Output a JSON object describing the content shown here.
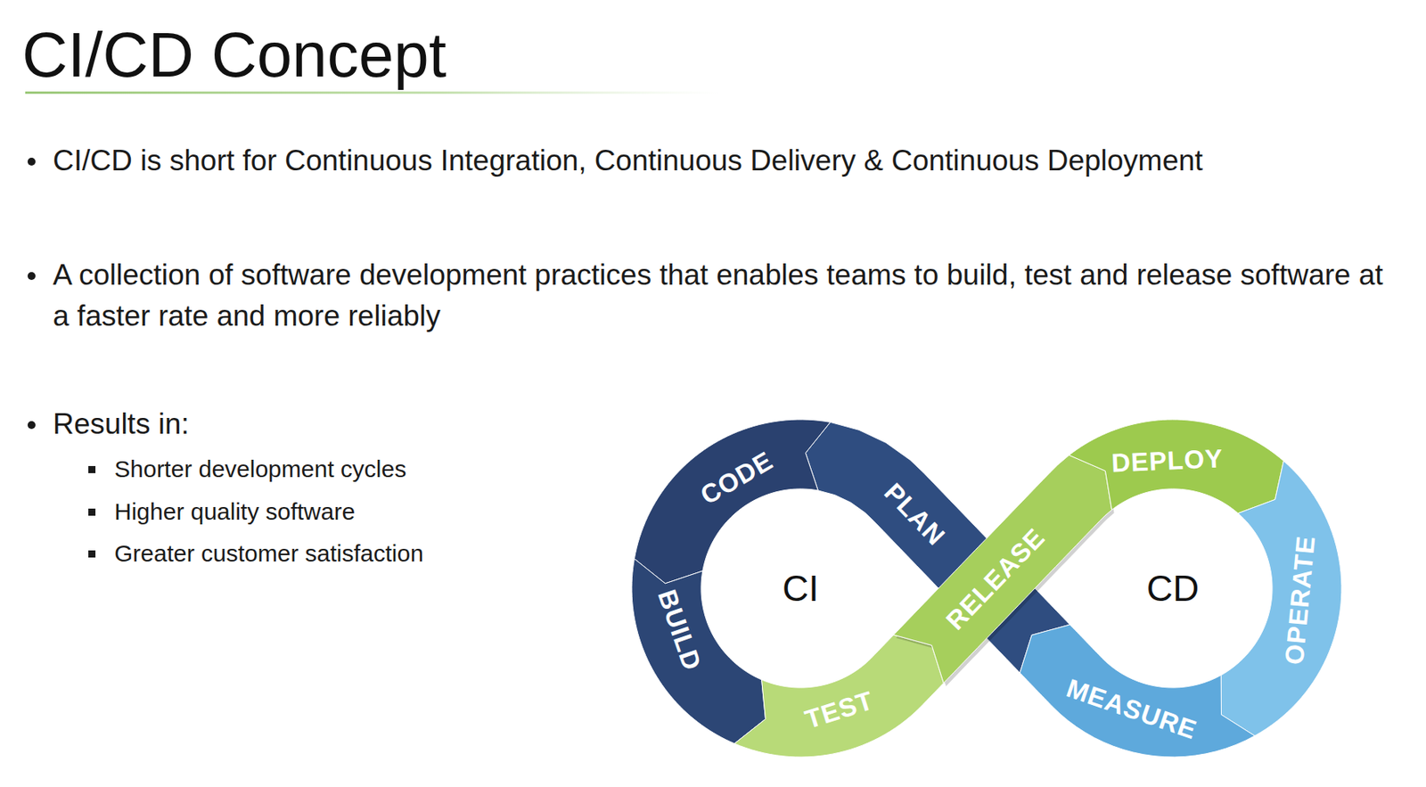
{
  "diagram": {
    "title": "CI/CD Concept",
    "labels": [
      "CI/CD is short for Continuous Integration, Continuous Delivery & Continuous Deployment",
      "A collection of software development practices that enables teams to build, test and release software at a faster rate and more reliably",
      "Results in:",
      "Shorter development cycles",
      "Higher quality software",
      "Greater customer satisfaction",
      "CODE",
      "PLAN",
      "BUILD",
      "TEST",
      "RELEASE",
      "DEPLOY",
      "OPERATE",
      "MEASURE",
      "CI",
      "CD"
    ]
  }
}
